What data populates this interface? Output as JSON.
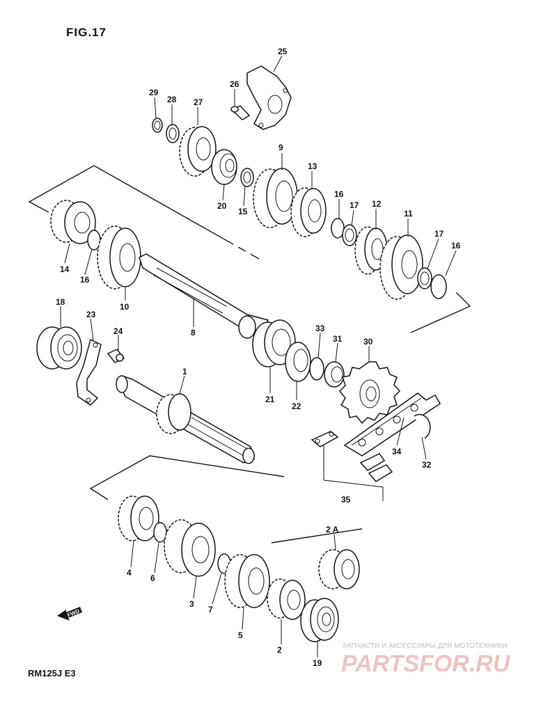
{
  "figure_title": "FIG.17",
  "model_code": "RM125J  E3",
  "fwd_label": "FWD",
  "watermark": {
    "tagline": "ЗАПЧАСТИ И АКСЕССУАРЫ ДЛЯ МОТОТЕХНИКИ",
    "brand": "PARTSFOR.RU"
  },
  "callouts": [
    "25",
    "26",
    "29",
    "28",
    "27",
    "20",
    "15",
    "9",
    "13",
    "16",
    "17",
    "12",
    "11",
    "17",
    "16",
    "14",
    "16",
    "10",
    "8",
    "18",
    "23",
    "24",
    "21",
    "22",
    "33",
    "31",
    "30",
    "1",
    "34",
    "32",
    "35",
    "4",
    "6",
    "3",
    "7",
    "5",
    "2",
    "2 A",
    "19"
  ]
}
